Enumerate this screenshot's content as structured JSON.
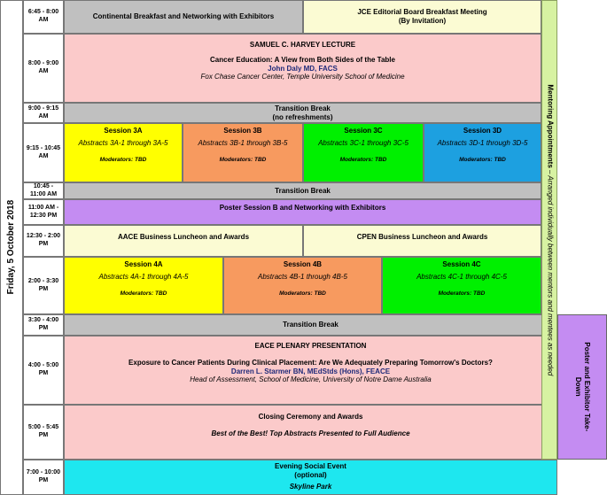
{
  "day_label": "Friday, 5 October 2018",
  "times": {
    "t1": "6:45 - 8:00 AM",
    "t2": "8:00 - 9:00 AM",
    "t3": "9:00 - 9:15 AM",
    "t4": "9:15 - 10:45 AM",
    "t5": "10:45 - 11:00 AM",
    "t6": "11:00 AM - 12:30 PM",
    "t7": "12:30 - 2:00 PM",
    "t8": "2:00 - 3:30 PM",
    "t9": "3:30 - 4:00 PM",
    "t10": "4:00 - 5:00 PM",
    "t11": "5:00 - 5:45 PM",
    "t12": "7:00 - 10:00 PM"
  },
  "breakfast": {
    "left": "Continental Breakfast and Networking with Exhibitors",
    "right_line1": "JCE Editorial Board Breakfast Meeting",
    "right_line2": "(By Invitation)"
  },
  "harvey": {
    "title": "SAMUEL C. HARVEY LECTURE",
    "talk": "Cancer Education: A View from Both Sides of the Table",
    "speaker": "John Daly MD, FACS",
    "affiliation": "Fox Chase Cancer Center, Temple University School of Medicine"
  },
  "transition1": {
    "title": "Transition Break",
    "note": "(no refreshments)"
  },
  "session3": [
    {
      "title": "Session 3A",
      "abstracts": "Abstracts 3A-1 through 3A-5",
      "moderators": "Moderators: TBD"
    },
    {
      "title": "Session 3B",
      "abstracts": "Abstracts 3B-1 through 3B-5",
      "moderators": "Moderators: TBD"
    },
    {
      "title": "Session 3C",
      "abstracts": "Abstracts 3C-1 through 3C-5",
      "moderators": "Moderators: TBD"
    },
    {
      "title": "Session 3D",
      "abstracts": "Abstracts 3D-1 through 3D-5",
      "moderators": "Moderators: TBD"
    }
  ],
  "transition2": "Transition Break",
  "poster_b": "Poster Session B and Networking with Exhibitors",
  "lunch": {
    "left": "AACE Business Luncheon and Awards",
    "right": "CPEN Business Luncheon and Awards"
  },
  "session4": [
    {
      "title": "Session 4A",
      "abstracts": "Abstracts 4A-1 through 4A-5",
      "moderators": "Moderators: TBD"
    },
    {
      "title": "Session 4B",
      "abstracts": "Abstracts 4B-1 through 4B-5",
      "moderators": "Moderators: TBD"
    },
    {
      "title": "Session 4C",
      "abstracts": "Abstracts 4C-1 through 4C-5",
      "moderators": "Moderators: TBD"
    }
  ],
  "transition3": "Transition Break",
  "eace": {
    "title": "EACE PLENARY PRESENTATION",
    "talk": "Exposure to Cancer Patients During Clinical Placement: Are We Adequately Preparing Tomorrow's Doctors?",
    "speaker": "Darren L. Starmer BN, MEdStds (Hons), FEACE",
    "affiliation": "Head of Assessment, School of Medicine, University of Notre Dame Australia"
  },
  "closing": {
    "title": "Closing Ceremony and Awards",
    "subtitle": "Best of the Best! Top Abstracts Presented to Full Audience"
  },
  "evening": {
    "title": "Evening Social Event",
    "note": "(optional)",
    "venue": "Skyline Park"
  },
  "mentoring": {
    "title": "Mentoring Appointments",
    "detail": " – Arranged individually between mentors and mentees as needed"
  },
  "poster_takedown": "Poster and Exhibitor Take-Down",
  "colors": {
    "gray": "#c0c0c0",
    "pink": "#fbcaca",
    "cream": "#fbfbd3",
    "yellow": "#ffff00",
    "orange": "#f79a5f",
    "green": "#00f000",
    "blue": "#1da0e0",
    "purple": "#c48cf2",
    "cyan": "#1ee7ef",
    "light_green": "#d7f2a2"
  }
}
